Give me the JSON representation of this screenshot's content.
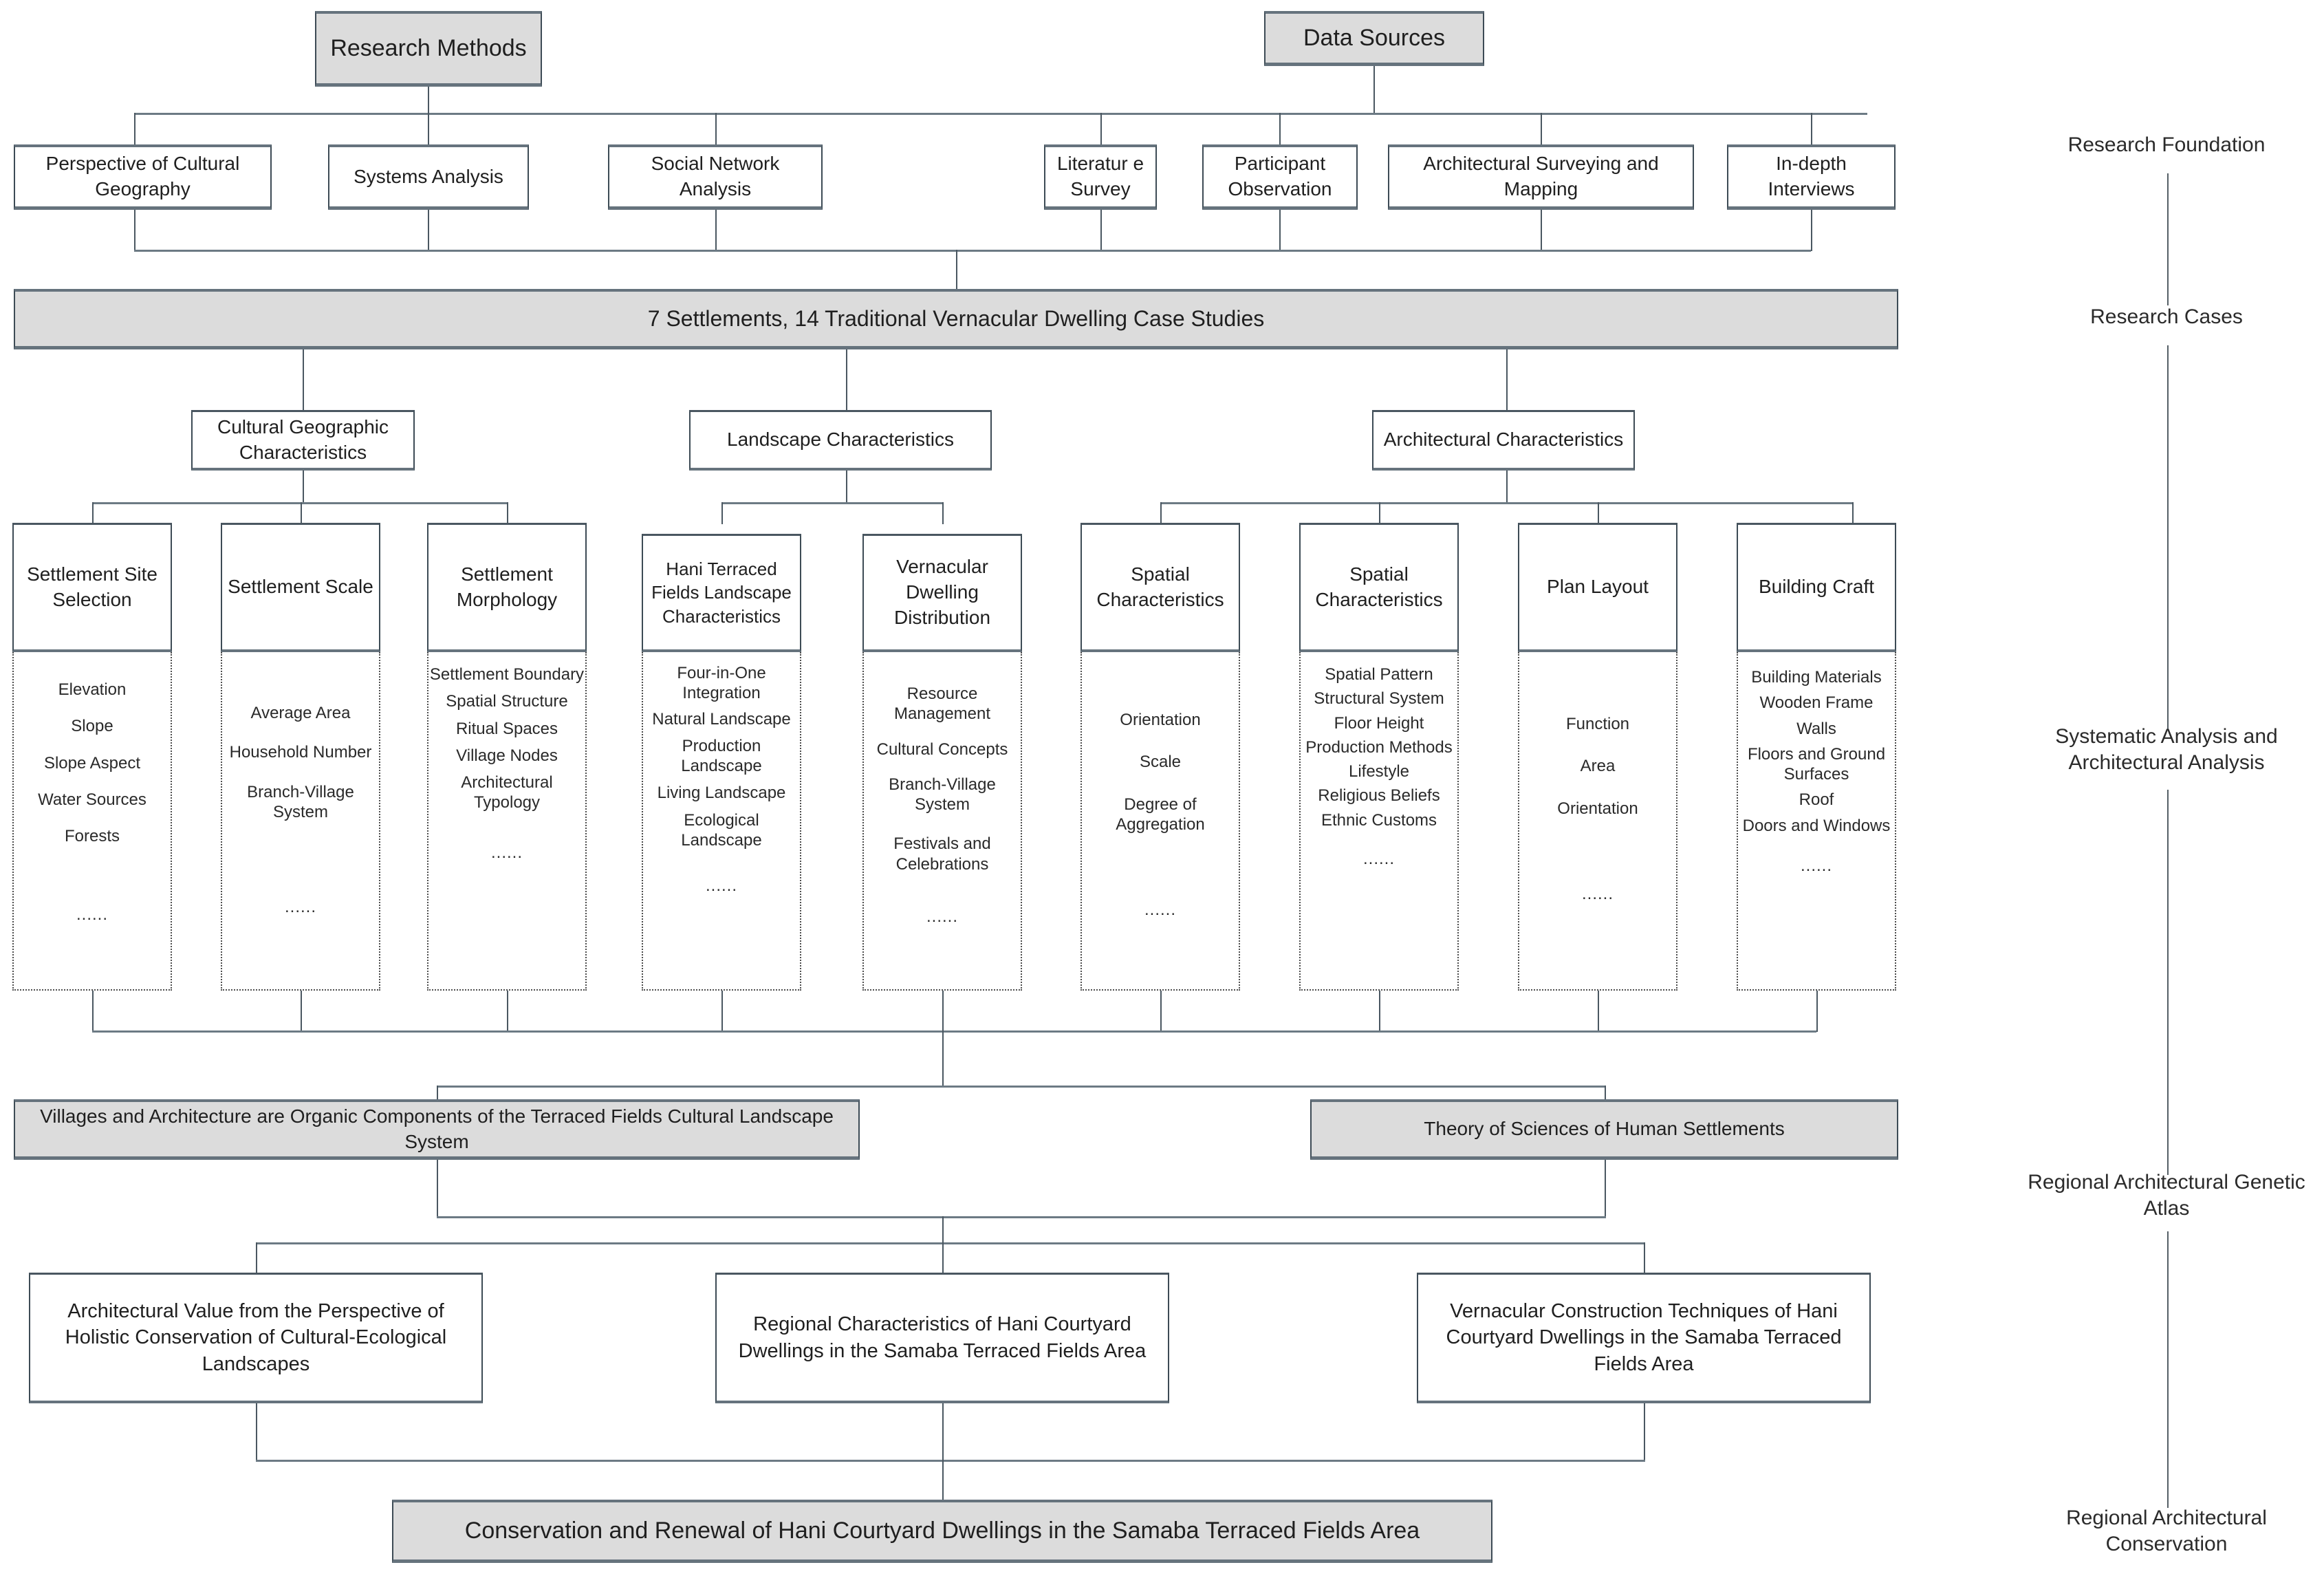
{
  "diagram": {
    "title": "Research Framework for Conservation and Renewal of Hani Courtyard Dwellings",
    "colors": {
      "shaded_fill": "#dcdcdc",
      "box_border": "#3d4b55",
      "connector": "#4a5761",
      "text": "#1f1f1f"
    }
  },
  "row_roots": {
    "research_methods": "Research Methods",
    "data_sources": "Data Sources"
  },
  "methods": [
    {
      "label": "Perspective of Cultural Geography"
    },
    {
      "label": "Systems Analysis"
    },
    {
      "label": "Social Network Analysis"
    }
  ],
  "sources": [
    {
      "label": "Literatur e Survey"
    },
    {
      "label": "Participant Observation"
    },
    {
      "label": "Architectural Surveying and Mapping"
    },
    {
      "label": "In-depth Interviews"
    }
  ],
  "case_bar": "7 Settlements, 14 Traditional Vernacular Dwelling Case Studies",
  "categories": [
    {
      "label": "Cultural Geographic Characteristics"
    },
    {
      "label": "Landscape Characteristics"
    },
    {
      "label": "Architectural Characteristics"
    }
  ],
  "columns": [
    {
      "header": "Settlement Site Selection",
      "attributes": [
        "Elevation",
        "Slope",
        "Slope Aspect",
        "Water Sources",
        "Forests"
      ],
      "ellipsis": "......"
    },
    {
      "header": "Settlement Scale",
      "attributes": [
        "Average Area",
        "Household Number",
        "Branch-Village System"
      ],
      "ellipsis": "......"
    },
    {
      "header": "Settlement Morphology",
      "attributes": [
        "Settlement Boundary",
        "Spatial Structure",
        "Ritual Spaces",
        "Village Nodes",
        "Architectural Typology"
      ],
      "ellipsis": "......"
    },
    {
      "header": "Hani Terraced Fields Landscape Characteristics",
      "attributes": [
        "Four-in-One Integration",
        "Natural Landscape",
        "Production Landscape",
        "Living Landscape",
        "Ecological Landscape"
      ],
      "ellipsis": "......"
    },
    {
      "header": "Vernacular Dwelling Distribution",
      "attributes": [
        "Resource Management",
        "Cultural Concepts",
        "Branch-Village System",
        "Festivals and Celebrations"
      ],
      "ellipsis": "......"
    },
    {
      "header": "Spatial Characteristics",
      "attributes": [
        "Orientation",
        "Scale",
        "Degree of Aggregation"
      ],
      "ellipsis": "......"
    },
    {
      "header": "Spatial Characteristics",
      "attributes": [
        "Spatial Pattern",
        "Structural System",
        "Floor Height",
        "Production Methods",
        "Lifestyle",
        "Religious Beliefs",
        "Ethnic Customs"
      ],
      "ellipsis": "......"
    },
    {
      "header": "Plan Layout",
      "attributes": [
        "Function",
        "Area",
        "Orientation"
      ],
      "ellipsis": "......"
    },
    {
      "header": "Building Craft",
      "attributes": [
        "Building Materials",
        "Wooden Frame",
        "Walls",
        "Floors and Ground Surfaces",
        "Roof",
        "Doors and Windows"
      ],
      "ellipsis": "......"
    }
  ],
  "theories": [
    {
      "label": "Villages and Architecture are Organic Components of the Terraced Fields Cultural Landscape System"
    },
    {
      "label": "Theory of Sciences of Human Settlements"
    }
  ],
  "outcomes": [
    {
      "label": "Architectural Value from the Perspective of Holistic Conservation of Cultural-Ecological Landscapes"
    },
    {
      "label": "Regional Characteristics of Hani Courtyard Dwellings in the Samaba Terraced Fields Area"
    },
    {
      "label": "Vernacular Construction Techniques of Hani Courtyard Dwellings in the Samaba Terraced Fields Area"
    }
  ],
  "final": "Conservation and Renewal of Hani Courtyard Dwellings in the Samaba Terraced Fields Area",
  "stages": [
    {
      "label": "Research Foundation"
    },
    {
      "label": "Research Cases"
    },
    {
      "label": "Systematic Analysis and Architectural Analysis"
    },
    {
      "label": "Regional Architectural Genetic Atlas"
    },
    {
      "label": "Regional Architectural Conservation"
    }
  ]
}
